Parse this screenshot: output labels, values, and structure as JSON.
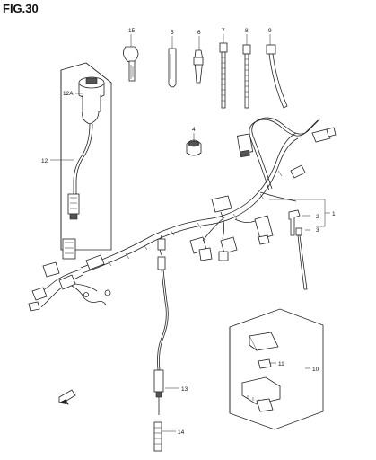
{
  "figure": {
    "title": "FIG.30"
  },
  "callouts": [
    {
      "id": "15",
      "label": "15"
    },
    {
      "id": "5",
      "label": "5"
    },
    {
      "id": "6",
      "label": "6"
    },
    {
      "id": "7",
      "label": "7"
    },
    {
      "id": "8",
      "label": "8"
    },
    {
      "id": "9",
      "label": "9"
    },
    {
      "id": "12A",
      "label": "12A"
    },
    {
      "id": "12",
      "label": "12"
    },
    {
      "id": "4",
      "label": "4"
    },
    {
      "id": "1",
      "label": "1"
    },
    {
      "id": "2",
      "label": "2"
    },
    {
      "id": "3",
      "label": "3"
    },
    {
      "id": "11",
      "label": "11"
    },
    {
      "id": "10",
      "label": "10"
    },
    {
      "id": "13",
      "label": "13"
    },
    {
      "id": "14",
      "label": "14"
    }
  ]
}
